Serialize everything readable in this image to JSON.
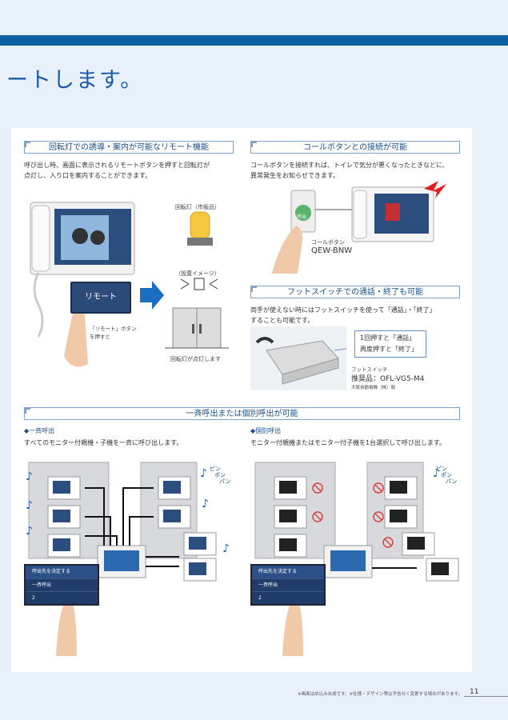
{
  "headline": "ートします。",
  "sec1": {
    "title": "回転灯での誘導・案内が可能なリモート機能",
    "body": [
      "呼び出し時、画面に表示されるリモートボタンを押すと回転灯が",
      "点灯し、入り口を案内することができます。"
    ],
    "lamp_label": "回転灯（市販品）",
    "install_label": "（設置イメージ）",
    "remote_button": "リモート",
    "press_label": [
      "「リモート」ボタン",
      "を押すと"
    ],
    "lit_label": "回転灯が点灯します"
  },
  "sec2": {
    "title": "コールボタンとの接続が可能",
    "body": [
      "コールボタンを接続すれば、トイレで気分が悪くなったときなどに、",
      "異常発生をお知らせできます。"
    ],
    "btn_caption": "コールボタン",
    "btn_model": "QEW-BNW",
    "btn_text": "呼出"
  },
  "sec3": {
    "title": "フットスイッチでの通話・終了も可能",
    "body": [
      "両手が使えない時にはフットスイッチを使って「通話」・「終了」",
      "することも可能です。"
    ],
    "callout": [
      "1回押すと「通話」",
      "再度押すと「終了」"
    ],
    "caption": "フットスイッチ",
    "model": "推奨品：OFL-VG5-M4",
    "maker": "大阪自動電機（株）製"
  },
  "sec4": {
    "title": "一斉呼出または個別呼出が可能",
    "left_head": "◆一斉呼出",
    "left_body": "すべてのモニター付親機・子機を一斉に呼び出します。",
    "right_head": "◆個別呼出",
    "right_body": "モニター付親機またはモニター付子機を1台選択して呼び出します。",
    "sound": [
      "ピン",
      "ポン",
      "パン"
    ],
    "menu_header": "呼出先を決定する",
    "menu_left": [
      "一斉呼出",
      "2"
    ],
    "menu_right": [
      "一斉呼出",
      "2"
    ]
  },
  "footer": {
    "note": "※画面はめ込み合成です。※仕様・デザイン等は予告なく変更する場合があります。",
    "page": "11"
  }
}
